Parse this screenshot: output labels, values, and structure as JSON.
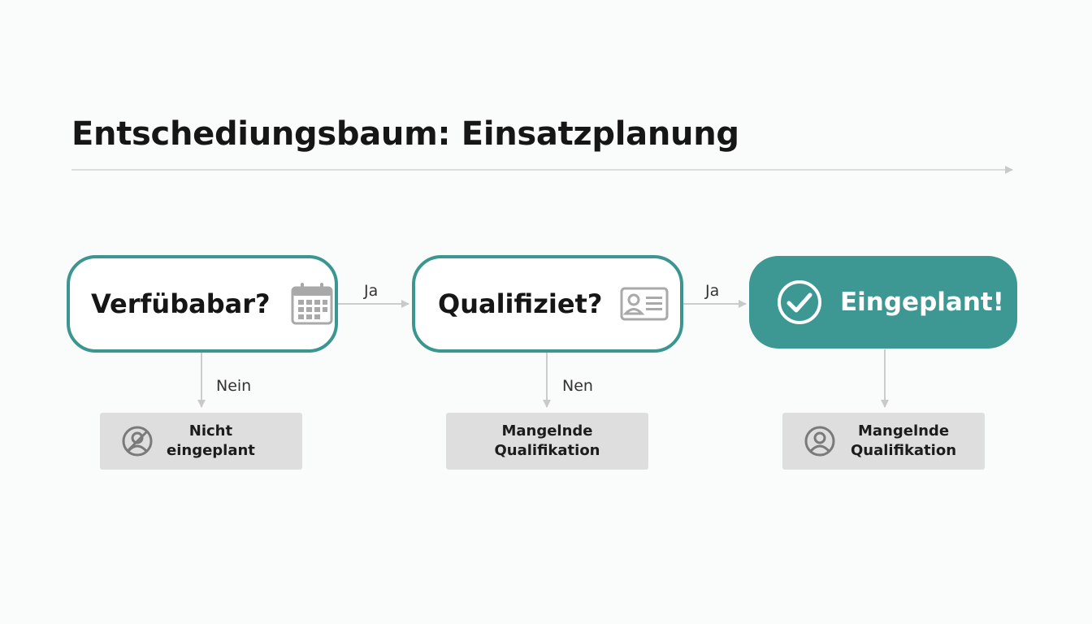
{
  "title": "Entschediungsbaum: Einsatzplanung",
  "nodes": [
    {
      "label": "Verfübabar?",
      "icon": "calendar-icon"
    },
    {
      "label": "Qualifiziet?",
      "icon": "id-card-icon"
    },
    {
      "label": "Eingeplant!",
      "icon": "check-circle-icon"
    }
  ],
  "edges": {
    "yes_1": "Ja",
    "yes_2": "Ja",
    "no_1": "Nein",
    "no_2": "Nen"
  },
  "results": [
    {
      "line1": "Nicht",
      "line2": "eingeplant",
      "icon": "person-crossed-icon"
    },
    {
      "line1": "Mangelnde",
      "line2": "Qualifikation",
      "icon": ""
    },
    {
      "line1": "Mangelnde",
      "line2": "Qualifikation",
      "icon": "person-icon"
    }
  ],
  "colors": {
    "accent": "#3d9893",
    "connector": "#c9c9c9",
    "result_bg": "#dedede"
  }
}
